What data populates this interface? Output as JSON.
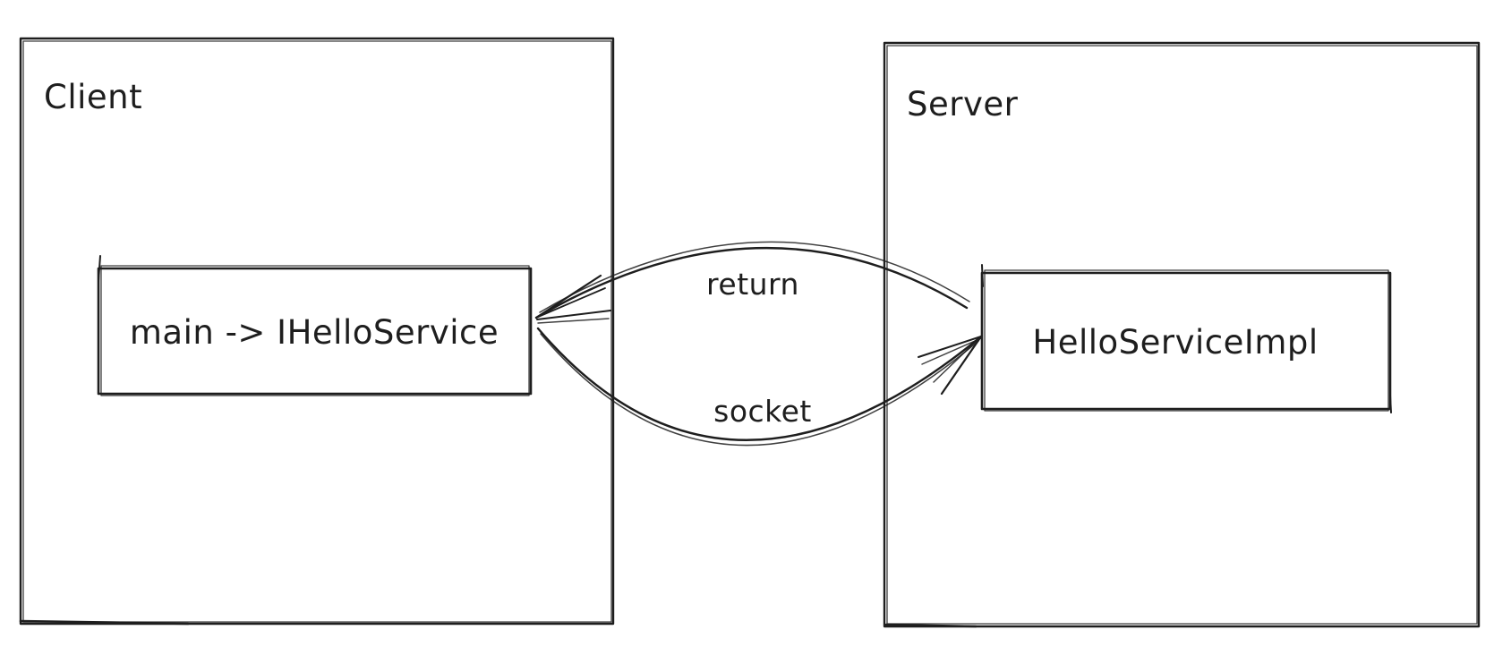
{
  "canvas": {
    "background": "#ffffff",
    "stroke_color": "#1e1e1e"
  },
  "diagram": {
    "nodes": {
      "client": {
        "label": "Client"
      },
      "server": {
        "label": "Server"
      },
      "client_service": {
        "label": "main -> IHelloService"
      },
      "server_impl": {
        "label": "HelloServiceImpl"
      }
    },
    "edges": {
      "return_call": {
        "label": "return",
        "direction": "server-to-client"
      },
      "socket_call": {
        "label": "socket",
        "direction": "client-to-server"
      }
    }
  }
}
